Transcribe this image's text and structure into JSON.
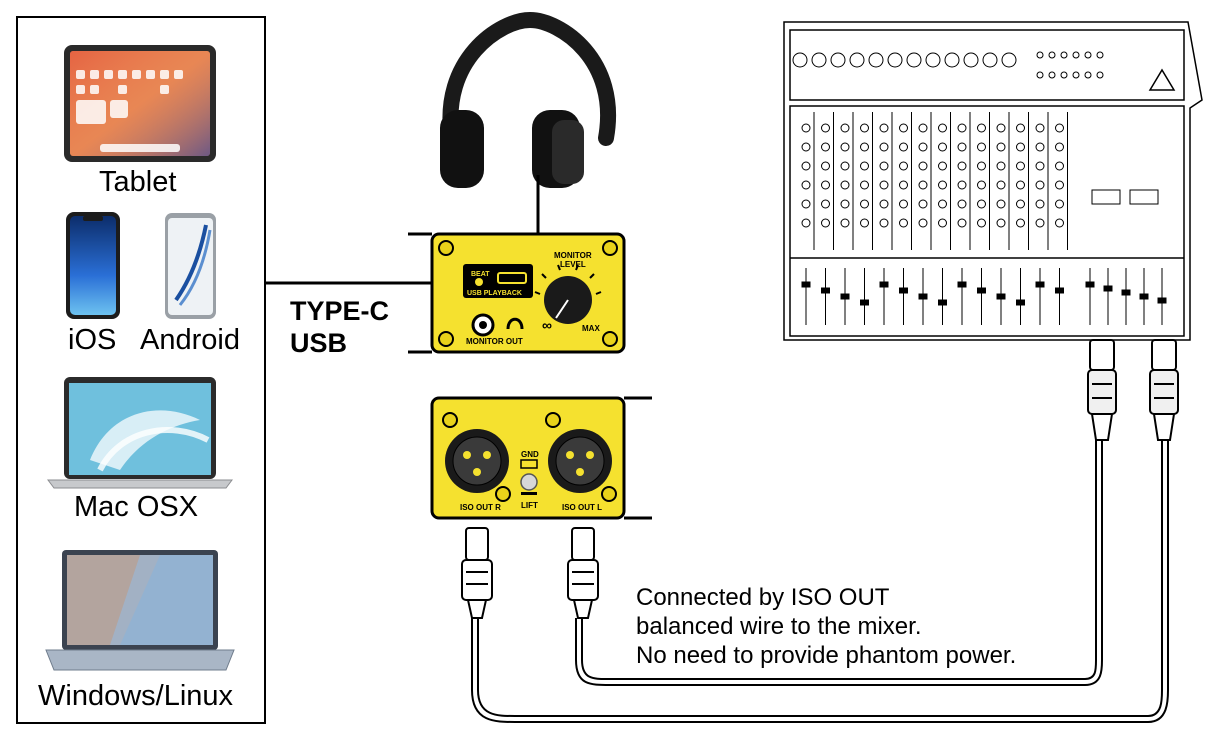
{
  "devices": {
    "tablet": "Tablet",
    "ios": "iOS",
    "android": "Android",
    "mac": "Mac OSX",
    "windows": "Windows/Linux"
  },
  "connection": {
    "line1": "TYPE-C",
    "line2": "USB"
  },
  "usb_box": {
    "beat": "BEAT",
    "usb_playback": "USB PLAYBACK",
    "monitor_level_1": "MONITOR",
    "monitor_level_2": "LEVEL",
    "min": "∞",
    "max": "MAX",
    "monitor_out": "MONITOR OUT"
  },
  "iso_box": {
    "out_r": "ISO OUT R",
    "out_l": "ISO OUT L",
    "gnd": "GND",
    "lift": "LIFT"
  },
  "note": {
    "line1": "Connected by ISO OUT",
    "line2": "balanced wire to the mixer.",
    "line3": "No need to provide phantom power."
  },
  "colors": {
    "box_yellow": "#f5e12f",
    "outline": "#000000"
  }
}
